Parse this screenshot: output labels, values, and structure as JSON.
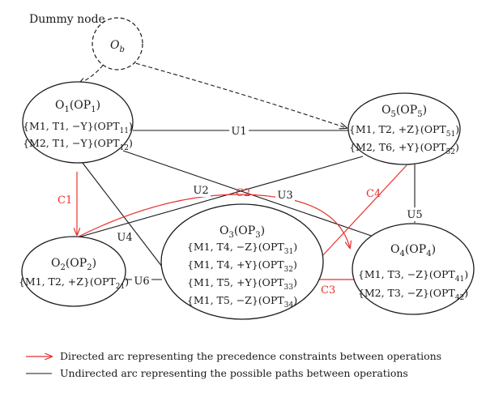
{
  "dummy": {
    "caption": "Dummy node",
    "label_main": "O",
    "label_sub": "b"
  },
  "nodes": {
    "o1": {
      "title": {
        "main": "O",
        "sub": "1",
        "paren_main": "(OP",
        "paren_sub": "1",
        "close": ")"
      },
      "lines": [
        {
          "text": "{M1, T1, −Y}(OPT",
          "sub": "11",
          "close": ")"
        },
        {
          "text": "{M2, T1, −Y}(OPT",
          "sub": "12",
          "close": ")"
        }
      ]
    },
    "o2": {
      "title": {
        "main": "O",
        "sub": "2",
        "paren_main": "(OP",
        "paren_sub": "2",
        "close": ")"
      },
      "lines": [
        {
          "text": "{M1, T2, +Z}(OPT",
          "sub": "21",
          "close": ")"
        }
      ]
    },
    "o3": {
      "title": {
        "main": "O",
        "sub": "3",
        "paren_main": "(OP",
        "paren_sub": "3",
        "close": ")"
      },
      "lines": [
        {
          "text": "{M1, T4, −Z}(OPT",
          "sub": "31",
          "close": ")"
        },
        {
          "text": "{M1, T4, +Y}(OPT",
          "sub": "32",
          "close": ")"
        },
        {
          "text": "{M1, T5, +Y}(OPT",
          "sub": "33",
          "close": ")"
        },
        {
          "text": "{M1, T5, −Z}(OPT",
          "sub": "34",
          "close": ")"
        }
      ]
    },
    "o4": {
      "title": {
        "main": "O",
        "sub": "4",
        "paren_main": "(OP",
        "paren_sub": "4",
        "close": ")"
      },
      "lines": [
        {
          "text": "{M1, T3, −Z}(OPT",
          "sub": "41",
          "close": ")"
        },
        {
          "text": "{M2, T3, −Z}(OPT",
          "sub": "42",
          "close": ")"
        }
      ]
    },
    "o5": {
      "title": {
        "main": "O",
        "sub": "5",
        "paren_main": "(OP",
        "paren_sub": "5",
        "close": ")"
      },
      "lines": [
        {
          "text": "{M1, T2, +Z}(OPT",
          "sub": "51",
          "close": ")"
        },
        {
          "text": "{M2, T6, +Y}(OPT",
          "sub": "52",
          "close": ")"
        }
      ]
    }
  },
  "edges": {
    "u1": "U1",
    "u2": "U2",
    "u3": "U3",
    "u4": "U4",
    "u5": "U5",
    "u6": "U6",
    "c1": "C1",
    "c2": "C2",
    "c3": "C3",
    "c4": "C4"
  },
  "legend": {
    "directed": "Directed arc representing the precedence constraints between operations",
    "undirected": "Undirected arc representing the possible paths between operations"
  },
  "colors": {
    "constraint": "#e8312f",
    "path": "#1a1a1a"
  }
}
